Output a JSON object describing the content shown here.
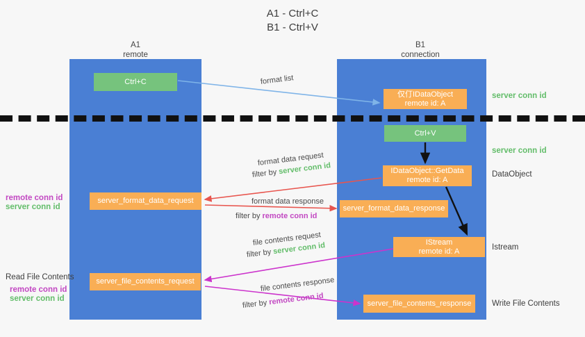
{
  "title": {
    "line1": "A1 - Ctrl+C",
    "line2": "B1 - Ctrl+V"
  },
  "columns": {
    "left": {
      "name": "A1",
      "role": "remote"
    },
    "right": {
      "name": "B1",
      "role": "connection"
    }
  },
  "boxes": {
    "ctrl_c": {
      "label": "Ctrl+C",
      "color": "#76c37d"
    },
    "idataobject": {
      "line1": "仅仃IDataObject",
      "line2": "remote id: A",
      "color": "#f9ae55"
    },
    "ctrl_v": {
      "label": "Ctrl+V",
      "color": "#76c37d"
    },
    "getdata": {
      "line1": "IDataObject::GetData",
      "line2": "remote id: A",
      "color": "#f9ae55"
    },
    "server_format_data_request": {
      "label": "server_format_data_request",
      "color": "#f9ae55"
    },
    "server_format_data_response": {
      "label": "server_format_data_response",
      "color": "#f9ae55"
    },
    "istream": {
      "line1": "IStream",
      "line2": "remote id: A",
      "color": "#f9ae55"
    },
    "server_file_contents_request": {
      "label": "server_file_contents_request",
      "color": "#f9ae55"
    },
    "server_file_contents_response": {
      "label": "server_file_contents_response",
      "color": "#f9ae55"
    }
  },
  "annotations": {
    "format_list": "format list",
    "format_data_request": "format data request",
    "format_data_request_filter_prefix": "filter by",
    "format_data_request_filter_value": "server conn id",
    "format_data_response": "format data response",
    "format_data_response_filter_prefix": "filter by",
    "format_data_response_filter_value": "remote conn id",
    "file_contents_request": "file contents request",
    "file_contents_request_filter_prefix": "filter by",
    "file_contents_request_filter_value": "server conn id",
    "file_contents_response": "file contents response",
    "file_contents_response_filter_prefix": "filter by",
    "file_contents_response_filter_value": "remote conn id"
  },
  "right_labels": {
    "server_conn_id_top": "server conn id",
    "server_conn_id_mid": "server conn id",
    "dataobject": "DataObject",
    "istream": "Istream",
    "write_file_contents": "Write File Contents"
  },
  "left_labels": {
    "remote_conn_id_upper": "remote conn id",
    "server_conn_id_upper": "server conn id",
    "read_file_contents": "Read File Contents",
    "remote_conn_id_lower": "remote conn id",
    "server_conn_id_lower": "server conn id"
  },
  "colors": {
    "lane": "#4a7fd4",
    "green": "#76c37d",
    "orange": "#f9ae55",
    "green_text": "#63bd6a",
    "magenta_text": "#c248c2",
    "arrow_blue": "#7fb4e8",
    "arrow_red": "#e8554e",
    "arrow_magenta": "#cc33cc",
    "arrow_dark": "#111111"
  }
}
